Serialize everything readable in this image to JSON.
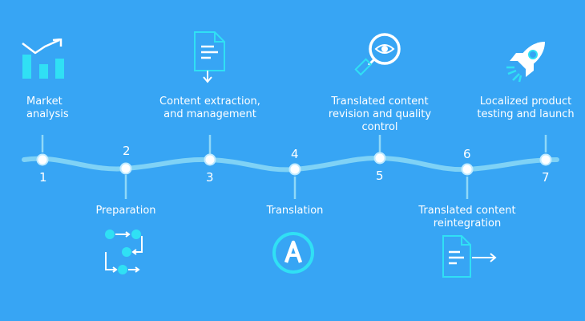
{
  "steps": [
    {
      "number": "1",
      "label_lines": [
        "Market",
        "analysis"
      ],
      "icon": "bar-chart-trend-icon"
    },
    {
      "number": "2",
      "label_lines": [
        "Preparation"
      ],
      "icon": "flow-steps-icon"
    },
    {
      "number": "3",
      "label_lines": [
        "Content extraction,",
        "and management"
      ],
      "icon": "document-download-icon"
    },
    {
      "number": "4",
      "label_lines": [
        "Translation"
      ],
      "icon": "translate-a-icon"
    },
    {
      "number": "5",
      "label_lines": [
        "Translated content",
        "revision and quality",
        "control"
      ],
      "icon": "magnifier-eye-icon"
    },
    {
      "number": "6",
      "label_lines": [
        "Translated content",
        "reintegration"
      ],
      "icon": "document-export-icon"
    },
    {
      "number": "7",
      "label_lines": [
        "Localized product",
        "testing and launch"
      ],
      "icon": "rocket-icon"
    }
  ],
  "colors": {
    "background": "#37a5f4",
    "line": "#8fd8f8",
    "icon": "#30e0f4",
    "text": "#ffffff"
  }
}
